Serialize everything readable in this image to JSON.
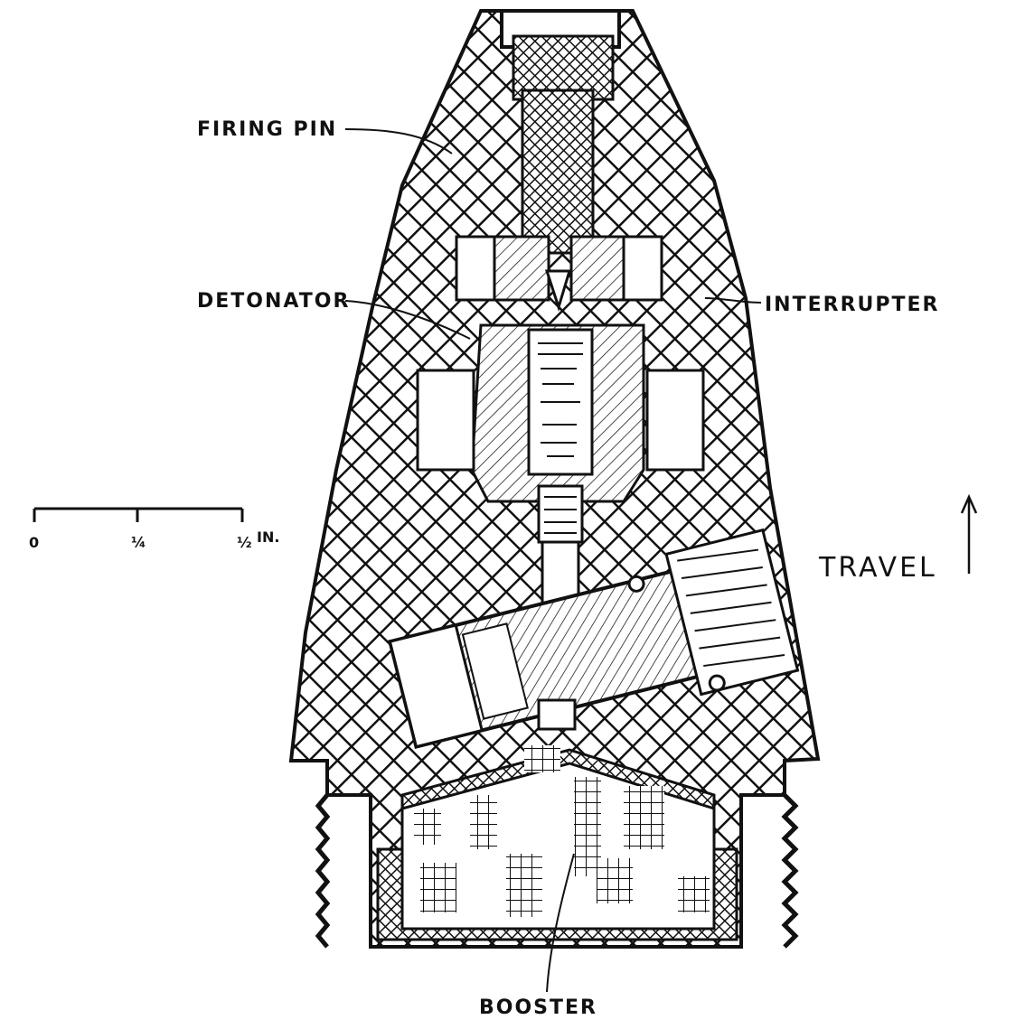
{
  "labels": {
    "firing_pin": "FIRING PIN",
    "detonator": "DETONATOR",
    "interrupter": "INTERRUPTER",
    "booster": "BOOSTER",
    "travel": "TRAVEL"
  },
  "scale": {
    "tick_0": "0",
    "tick_1": "¼",
    "tick_2": "½",
    "unit": "IN."
  },
  "colors": {
    "ink": "#111111",
    "paper": "#ffffff"
  }
}
